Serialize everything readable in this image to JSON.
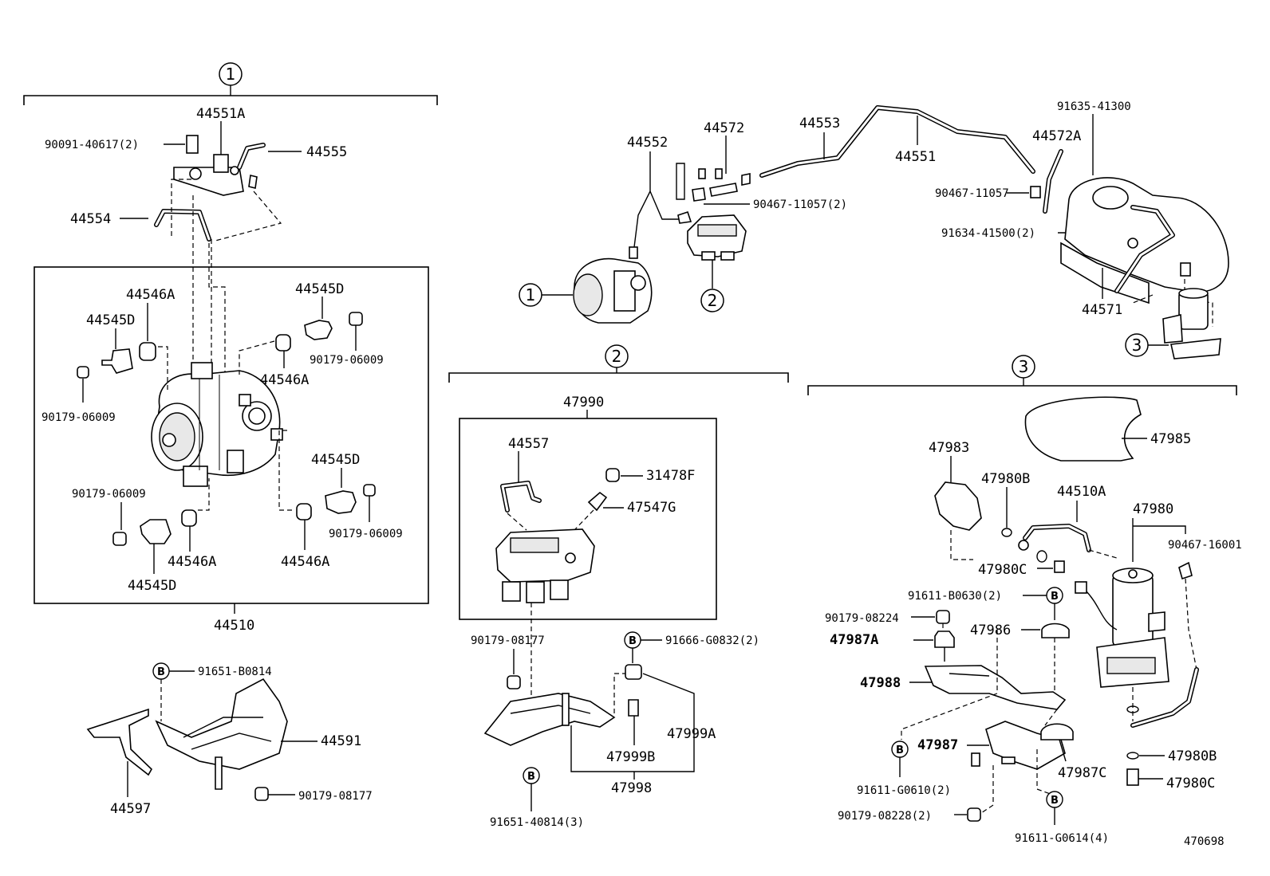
{
  "callouts": {
    "c1_top": "1",
    "c2_top": "2",
    "c3_top": "3",
    "c1_overview": "1",
    "c2_overview": "2",
    "c3_overview": "3"
  },
  "brakets": {
    "b_91651_b0814": "B",
    "b_91666_g0832": "B",
    "b_91651_40814": "B",
    "b_91611_b0630": "B",
    "b_91611_g0610": "B",
    "b_91611_g0614": "B"
  },
  "section1": {
    "p44551A": "44551A",
    "p90091": "90091-40617(2)",
    "p44555": "44555",
    "p44554": "44554",
    "p44546A_1": "44546A",
    "p44545D_1": "44545D",
    "p90179_1": "90179-06009",
    "p44545D_2": "44545D",
    "p90179_2": "90179-06009",
    "p44546A_2": "44546A",
    "p44545D_3": "44545D",
    "p90179_3": "90179-06009",
    "p90179_4": "90179-06009",
    "p44546A_3": "44546A",
    "p44546A_4": "44546A",
    "p44545D_4": "44545D",
    "p44510": "44510",
    "p91651_B0814": "91651-B0814",
    "p44591": "44591",
    "p44597": "44597",
    "p90179_08177a": "90179-08177"
  },
  "overview": {
    "p44552": "44552",
    "p44572": "44572",
    "p44553": "44553",
    "p44551": "44551",
    "p91635": "91635-41300",
    "p44572A": "44572A",
    "p90467_2": "90467-11057(2)",
    "p90467": "90467-11057",
    "p91634": "91634-41500(2)",
    "p44571": "44571"
  },
  "section2": {
    "p47990": "47990",
    "p44557": "44557",
    "p31478F": "31478F",
    "p47547G": "47547G",
    "p90179_08177": "90179-08177",
    "p91666": "91666-G0832(2)",
    "p47999A": "47999A",
    "p47999B": "47999B",
    "p47998": "47998",
    "p91651_40814": "91651-40814(3)"
  },
  "section3": {
    "p47985": "47985",
    "p47983": "47983",
    "p47980B_1": "47980B",
    "p44510A": "44510A",
    "p47980": "47980",
    "p90467_16001": "90467-16001",
    "p47980C_1": "47980C",
    "p91611_B0630": "91611-B0630(2)",
    "p90179_08224": "90179-08224",
    "p47986": "47986",
    "p47987A": "47987A",
    "p47988": "47988",
    "p47987": "47987",
    "p91611_G0610": "91611-G0610(2)",
    "p47987C": "47987C",
    "p47980B_2": "47980B",
    "p47980C_2": "47980C",
    "p90179_08228": "90179-08228(2)",
    "p91611_G0614": "91611-G0614(4)",
    "p470698": "470698"
  }
}
